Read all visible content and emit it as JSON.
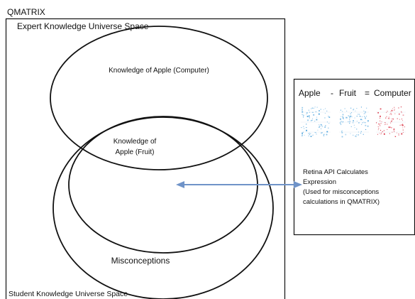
{
  "diagram": {
    "qmatrix_label": "QMATRIX",
    "expert_space_label": "Expert Knowledge Universe Space",
    "student_space_label": "Student Knowledge Universe Space",
    "apple_computer_label": "Knowledge of Apple (Computer)",
    "apple_fruit_label_line1": "Knowledge of",
    "apple_fruit_label_line2": "Apple (Fruit)",
    "misconceptions_label": "Misconceptions"
  },
  "side_panel": {
    "equation": {
      "term1": "Apple",
      "op1": "-",
      "term2": "Fruit",
      "op2": "=",
      "result": "Computer"
    },
    "fingerprints": [
      {
        "name": "apple-fingerprint",
        "color": "#3a9ad9"
      },
      {
        "name": "fruit-fingerprint",
        "color": "#3a9ad9"
      },
      {
        "name": "computer-fingerprint",
        "color": "#d8283a"
      }
    ],
    "note_lines": [
      "Retina API Calculates",
      "Expression",
      "(Used for misconceptions",
      "calculations in QMATRIX)"
    ]
  },
  "colors": {
    "arrow": "#6f93c8",
    "line": "#111111"
  }
}
